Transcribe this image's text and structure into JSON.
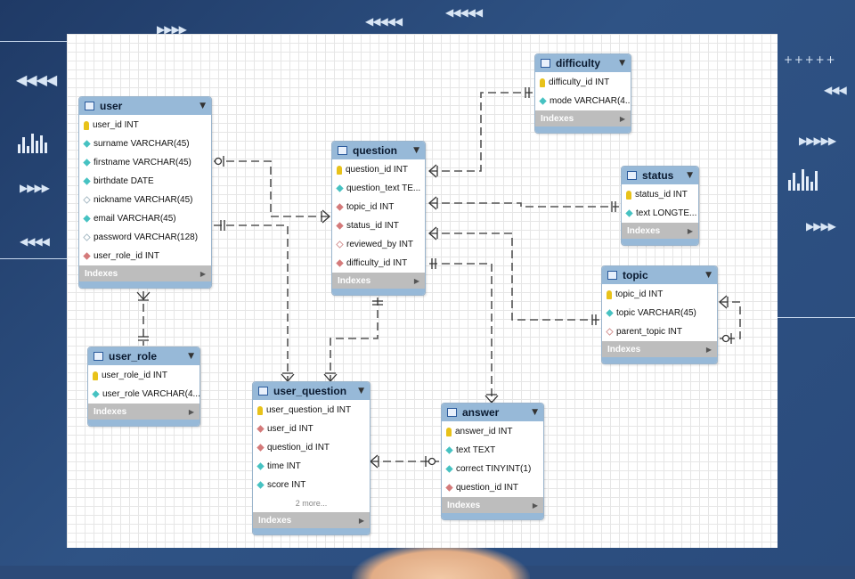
{
  "colors": {
    "header": "#97b9d8",
    "line": "#555555",
    "canvas": "#ffffff",
    "background": "#2c4a78"
  },
  "icons": {
    "key": "key-icon",
    "not_null": "cyan-diamond-icon",
    "foreign_key": "red-diamond-icon",
    "nullable": "hollow-diamond-icon"
  },
  "more_text": "2 more...",
  "tables": {
    "user": {
      "name": "user",
      "indexes": "Indexes",
      "columns": [
        {
          "text": "user_id INT",
          "kind": "key"
        },
        {
          "text": "surname VARCHAR(45)",
          "kind": "nn"
        },
        {
          "text": "firstname VARCHAR(45)",
          "kind": "nn"
        },
        {
          "text": "birthdate DATE",
          "kind": "nn"
        },
        {
          "text": "nickname VARCHAR(45)",
          "kind": "attr"
        },
        {
          "text": "email VARCHAR(45)",
          "kind": "nn"
        },
        {
          "text": "password VARCHAR(128)",
          "kind": "attr"
        },
        {
          "text": "user_role_id INT",
          "kind": "fk"
        }
      ]
    },
    "user_role": {
      "name": "user_role",
      "indexes": "Indexes",
      "columns": [
        {
          "text": "user_role_id INT",
          "kind": "key"
        },
        {
          "text": "user_role VARCHAR(4...",
          "kind": "nn"
        }
      ]
    },
    "question": {
      "name": "question",
      "indexes": "Indexes",
      "columns": [
        {
          "text": "question_id INT",
          "kind": "key"
        },
        {
          "text": "question_text TE...",
          "kind": "nn"
        },
        {
          "text": "topic_id INT",
          "kind": "fk"
        },
        {
          "text": "status_id INT",
          "kind": "fk"
        },
        {
          "text": "reviewed_by INT",
          "kind": "fko"
        },
        {
          "text": "difficulty_id INT",
          "kind": "fk"
        }
      ]
    },
    "user_question": {
      "name": "user_question",
      "indexes": "Indexes",
      "columns": [
        {
          "text": "user_question_id INT",
          "kind": "key"
        },
        {
          "text": "user_id INT",
          "kind": "fk"
        },
        {
          "text": "question_id INT",
          "kind": "fk"
        },
        {
          "text": "time INT",
          "kind": "nn"
        },
        {
          "text": "score INT",
          "kind": "nn"
        }
      ]
    },
    "difficulty": {
      "name": "difficulty",
      "indexes": "Indexes",
      "columns": [
        {
          "text": "difficulty_id INT",
          "kind": "key"
        },
        {
          "text": "mode VARCHAR(4...",
          "kind": "nn"
        }
      ]
    },
    "status": {
      "name": "status",
      "indexes": "Indexes",
      "columns": [
        {
          "text": "status_id INT",
          "kind": "key"
        },
        {
          "text": "text LONGTE...",
          "kind": "nn"
        }
      ]
    },
    "topic": {
      "name": "topic",
      "indexes": "Indexes",
      "columns": [
        {
          "text": "topic_id INT",
          "kind": "key"
        },
        {
          "text": "topic VARCHAR(45)",
          "kind": "nn"
        },
        {
          "text": "parent_topic INT",
          "kind": "fko"
        }
      ]
    },
    "answer": {
      "name": "answer",
      "indexes": "Indexes",
      "columns": [
        {
          "text": "answer_id INT",
          "kind": "key"
        },
        {
          "text": "text TEXT",
          "kind": "nn"
        },
        {
          "text": "correct TINYINT(1)",
          "kind": "nn"
        },
        {
          "text": "question_id INT",
          "kind": "fk"
        }
      ]
    }
  }
}
